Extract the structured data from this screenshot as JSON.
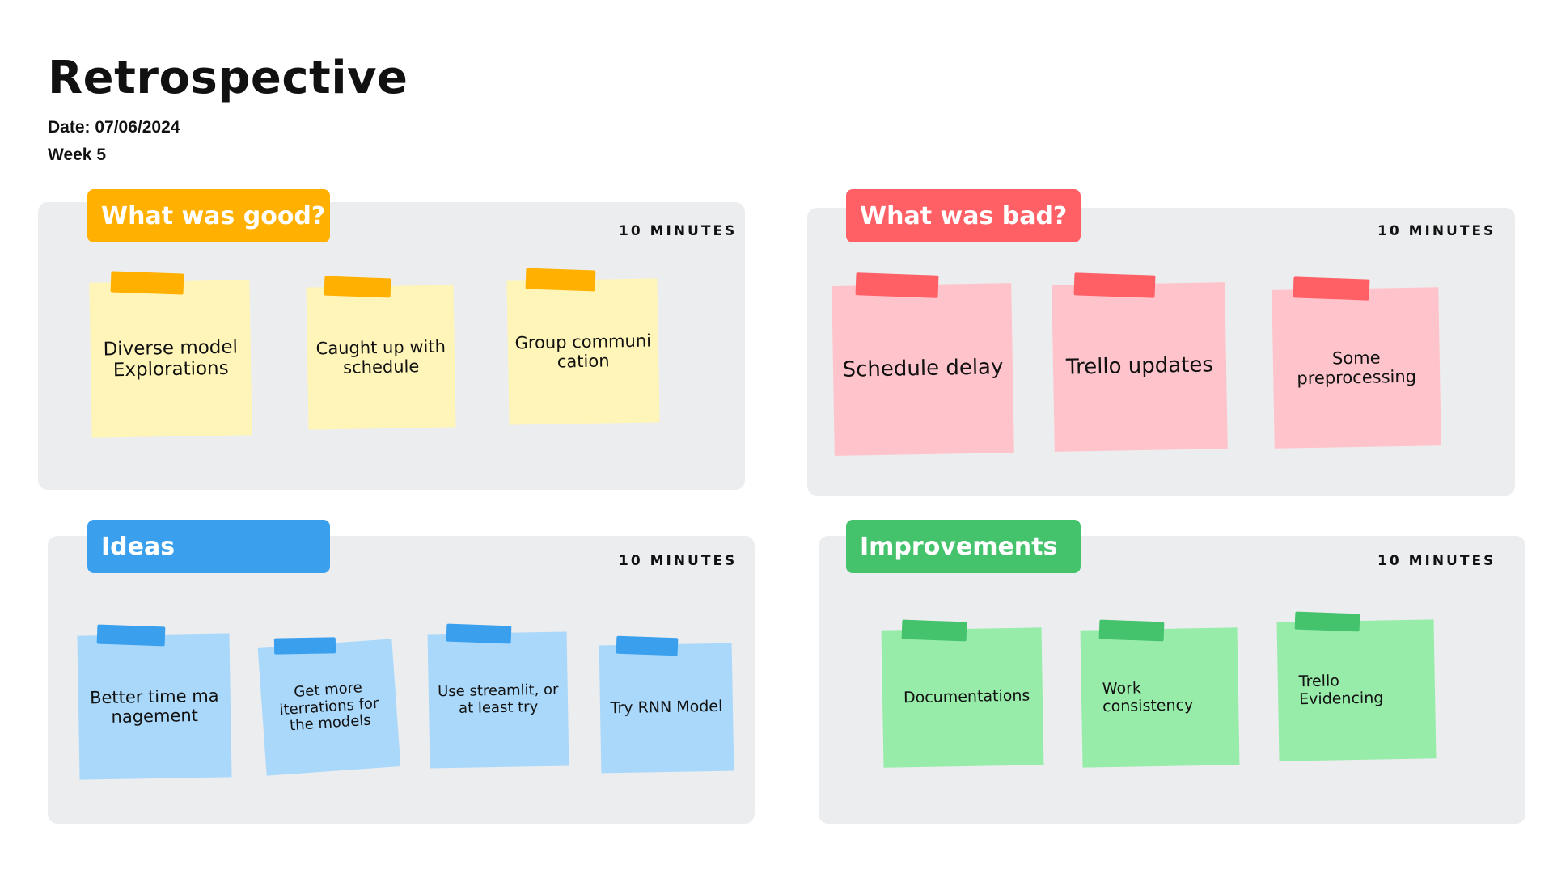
{
  "header": {
    "title": "Retrospective",
    "date": "Date: 07/06/2024",
    "week": "Week 5"
  },
  "colors": {
    "good": "#ffb000",
    "good_note": "#fff5b8",
    "bad": "#ff6066",
    "bad_note": "#ffc4cb",
    "ideas": "#3aa0ee",
    "ideas_note": "#aad8fa",
    "improvements": "#44c36c",
    "improvements_note": "#98ecaa",
    "panel": "#ecedef"
  },
  "sections": {
    "good": {
      "label": "What was good?",
      "timer": "10 MINUTES",
      "notes": [
        "Diverse model Explorations",
        "Caught up with schedule",
        "Group communication"
      ]
    },
    "bad": {
      "label": "What was bad?",
      "timer": "10 MINUTES",
      "notes": [
        "Schedule delay",
        "Trello updates",
        "Some preprocessing"
      ]
    },
    "ideas": {
      "label": "Ideas",
      "timer": "10 MINUTES",
      "notes": [
        "Better time management",
        "Get more iterrations for the models",
        "Use streamlit, or at least try",
        "Try RNN Model"
      ]
    },
    "improvements": {
      "label": "Improvements",
      "timer": "10 MINUTES",
      "notes": [
        "Documentations",
        "Work consistency",
        "Trello Evidencing"
      ]
    }
  }
}
